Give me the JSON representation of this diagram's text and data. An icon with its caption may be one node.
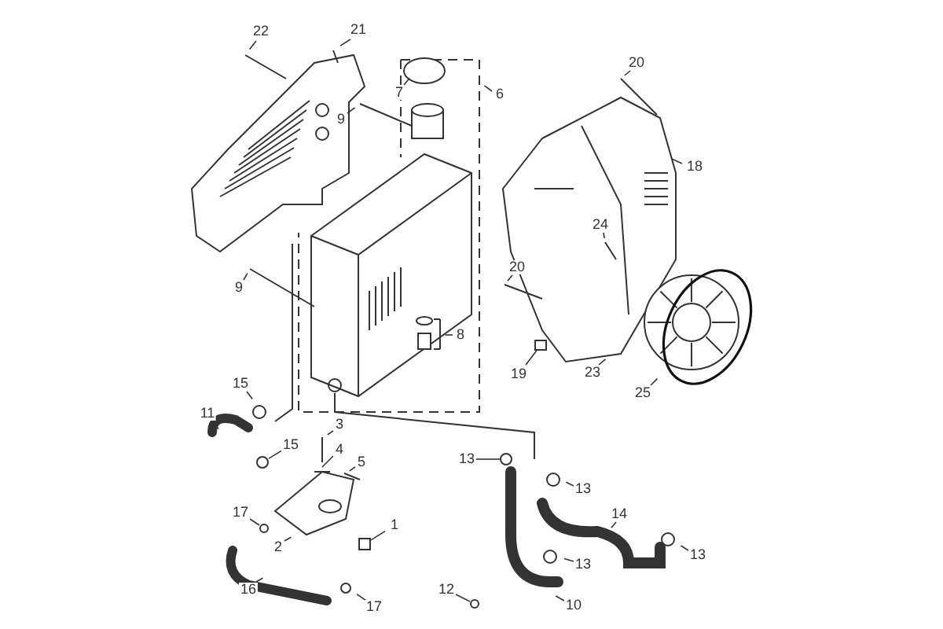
{
  "diagram": {
    "nodes": [
      {
        "text": [
          "22"
        ]
      },
      {
        "text": [
          "21"
        ]
      },
      {
        "text": [
          "6"
        ]
      },
      {
        "text": [
          "7"
        ]
      },
      {
        "text": [
          "9"
        ]
      },
      {
        "text": [
          "20"
        ]
      },
      {
        "text": [
          "18"
        ]
      },
      {
        "text": [
          "9"
        ]
      },
      {
        "text": [
          "20"
        ]
      },
      {
        "text": [
          "24"
        ]
      },
      {
        "text": [
          "8"
        ]
      },
      {
        "text": [
          "19"
        ]
      },
      {
        "text": [
          "23"
        ]
      },
      {
        "text": [
          "25"
        ]
      },
      {
        "text": [
          "15"
        ]
      },
      {
        "text": [
          "11"
        ]
      },
      {
        "text": [
          "3"
        ]
      },
      {
        "text": [
          "15"
        ]
      },
      {
        "text": [
          "4"
        ]
      },
      {
        "text": [
          "5"
        ]
      },
      {
        "text": [
          "17"
        ]
      },
      {
        "text": [
          "2"
        ]
      },
      {
        "text": [
          "1"
        ]
      },
      {
        "text": [
          "16"
        ]
      },
      {
        "text": [
          "17"
        ]
      },
      {
        "text": [
          "13"
        ]
      },
      {
        "text": [
          "13"
        ]
      },
      {
        "text": [
          "14"
        ]
      },
      {
        "text": [
          "13"
        ]
      },
      {
        "text": [
          "13"
        ]
      },
      {
        "text": [
          "12"
        ]
      },
      {
        "text": [
          "10"
        ]
      },
      {
        "text": [],
        "shape": "box"
      },
      {
        "text": [],
        "shape": "circle"
      },
      {
        "text": [],
        "shape": "circle"
      },
      {
        "text": [],
        "shape": "box"
      },
      {
        "text": [],
        "shape": "circle"
      },
      {
        "text": [],
        "shape": "circle"
      }
    ],
    "edges": [
      {
        "from": 0,
        "to": null,
        "arrow": "none"
      },
      {
        "from": 1,
        "to": null,
        "arrow": "none"
      },
      {
        "from": 2,
        "to": null,
        "arrow": "none"
      },
      {
        "from": 3,
        "to": null,
        "arrow": "none"
      },
      {
        "from": 4,
        "to": null,
        "arrow": "none"
      },
      {
        "from": 5,
        "to": null,
        "arrow": "none"
      },
      {
        "from": 6,
        "to": null,
        "arrow": "none"
      },
      {
        "from": 7,
        "to": null,
        "arrow": "none"
      },
      {
        "from": 8,
        "to": null,
        "arrow": "none"
      },
      {
        "from": 9,
        "to": null,
        "arrow": "none"
      },
      {
        "from": 10,
        "to": null,
        "arrow": "none"
      },
      {
        "from": 11,
        "to": 32,
        "arrow": "none"
      },
      {
        "from": 12,
        "to": null,
        "arrow": "none"
      },
      {
        "from": 13,
        "to": null,
        "arrow": "none"
      },
      {
        "from": 14,
        "to": null,
        "arrow": "none"
      },
      {
        "from": 15,
        "to": null,
        "arrow": "none"
      },
      {
        "from": 16,
        "to": null,
        "arrow": "none"
      },
      {
        "from": 17,
        "to": 33,
        "arrow": "none"
      },
      {
        "from": 18,
        "to": null,
        "arrow": "none"
      },
      {
        "from": 19,
        "to": null,
        "arrow": "none"
      },
      {
        "from": 20,
        "to": 34,
        "arrow": "none"
      },
      {
        "from": 21,
        "to": null,
        "arrow": "none"
      },
      {
        "from": 22,
        "to": 35,
        "arrow": "none"
      },
      {
        "from": 23,
        "to": null,
        "arrow": "none"
      },
      {
        "from": 24,
        "to": null,
        "arrow": "none"
      },
      {
        "from": 25,
        "to": 36,
        "arrow": "none"
      },
      {
        "from": 26,
        "to": null,
        "arrow": "none"
      },
      {
        "from": 27,
        "to": null,
        "arrow": "none"
      },
      {
        "from": 28,
        "to": null,
        "arrow": "none"
      },
      {
        "from": 29,
        "to": null,
        "arrow": "none"
      },
      {
        "from": 30,
        "to": 37,
        "arrow": "none"
      },
      {
        "from": 31,
        "to": null,
        "arrow": "none"
      }
    ]
  }
}
